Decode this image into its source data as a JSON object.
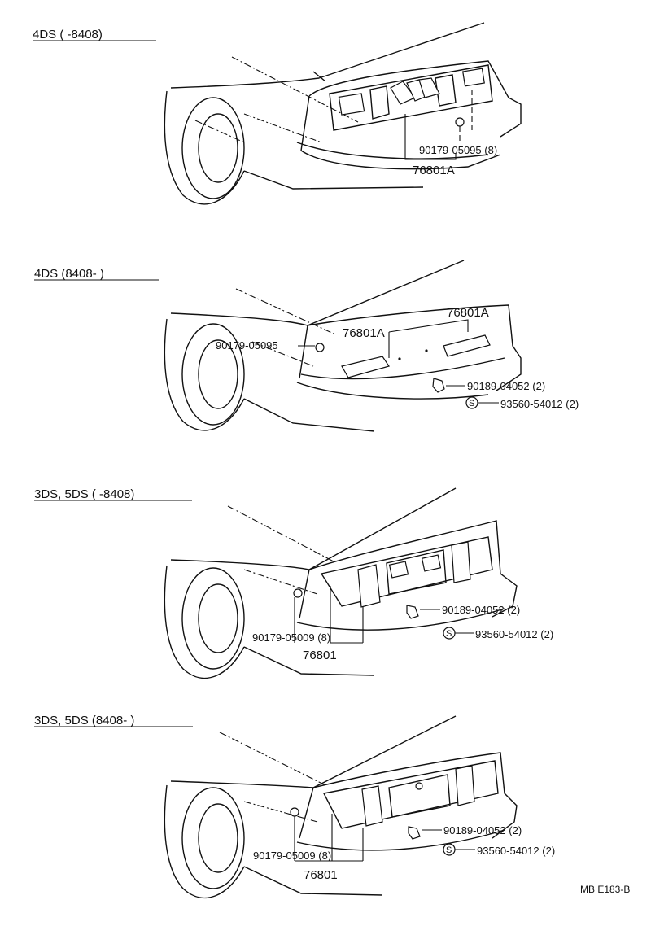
{
  "sections": [
    {
      "header": "4DS (        -8408)",
      "parts": [
        {
          "number": "90179-05095",
          "qty": "(8)"
        },
        {
          "number": "76801A",
          "qty": ""
        }
      ]
    },
    {
      "header": "4DS (8408-        )",
      "parts": [
        {
          "number": "76801A",
          "qty": ""
        },
        {
          "number": "76801A",
          "qty": ""
        },
        {
          "number": "90179-05095",
          "qty": ""
        },
        {
          "number": "90189-04052",
          "qty": "(2)"
        },
        {
          "number": "93560-54012",
          "qty": "(2)"
        }
      ]
    },
    {
      "header": "3DS, 5DS (        -8408)",
      "parts": [
        {
          "number": "90189-04052",
          "qty": "(2)"
        },
        {
          "number": "93560-54012",
          "qty": "(2)"
        },
        {
          "number": "90179-05009",
          "qty": "(8)"
        },
        {
          "number": "76801",
          "qty": ""
        }
      ]
    },
    {
      "header": "3DS, 5DS (8408-        )",
      "parts": [
        {
          "number": "90189-04052",
          "qty": "(2)"
        },
        {
          "number": "93560-54012",
          "qty": "(2)"
        },
        {
          "number": "90179-05009",
          "qty": "(8)"
        },
        {
          "number": "76801",
          "qty": ""
        }
      ]
    }
  ],
  "s_symbol": "S",
  "figure_code": "MB E183-B"
}
